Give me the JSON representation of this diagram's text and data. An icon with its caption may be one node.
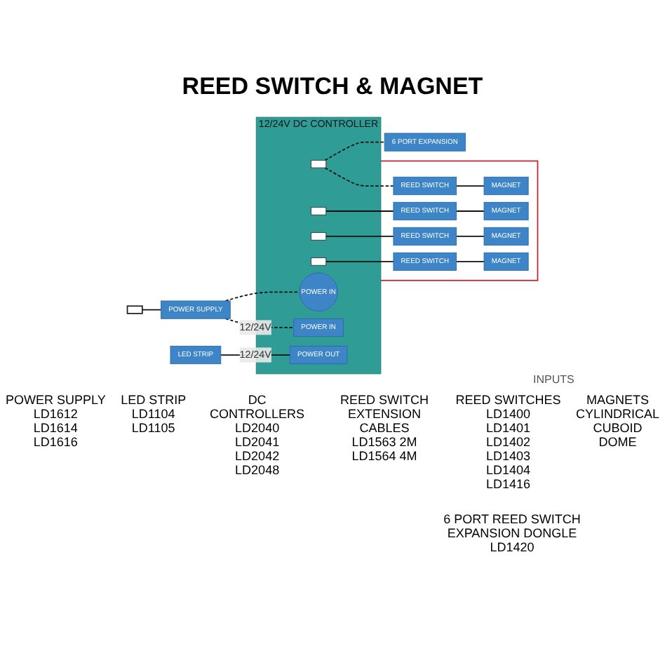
{
  "diagram": {
    "title": "REED SWITCH & MAGNET",
    "nodes": [
      {
        "text": [],
        "shape": "box"
      },
      {
        "text": [
          "POWER SUPPLY"
        ]
      },
      {
        "text": [
          "12/24V DC CONTROLLER"
        ]
      },
      {
        "text": [
          "POWER IN"
        ],
        "in": 2
      },
      {
        "text": [
          "POWER IN"
        ],
        "in": 2
      },
      {
        "text": [
          "POWER OUT"
        ],
        "in": 2
      },
      {
        "text": [],
        "shape": "box",
        "in": 2
      },
      {
        "text": [],
        "shape": "box",
        "in": 2
      },
      {
        "text": [],
        "shape": "box",
        "in": 2
      },
      {
        "text": [],
        "shape": "box",
        "in": 2
      },
      {
        "text": [
          "LED STRIP"
        ]
      },
      {
        "text": [
          "6 PORT EXPANSION"
        ]
      },
      {
        "text": [],
        "shape": "box"
      },
      {
        "text": [
          "REED SWITCH"
        ],
        "in": 12
      },
      {
        "text": [
          "REED SWITCH"
        ],
        "in": 12
      },
      {
        "text": [
          "REED SWITCH"
        ],
        "in": 12
      },
      {
        "text": [
          "REED SWITCH"
        ],
        "in": 12
      },
      {
        "text": [
          "MAGNET"
        ],
        "in": 12
      },
      {
        "text": [
          "MAGNET"
        ],
        "in": 12
      },
      {
        "text": [
          "MAGNET"
        ],
        "in": 12
      },
      {
        "text": [
          "MAGNET"
        ],
        "in": 12
      }
    ],
    "edges": [
      {
        "from": 0,
        "to": 1,
        "arrow": "none"
      },
      {
        "from": 1,
        "to": 3,
        "arrow": "none",
        "style": "dashed"
      },
      {
        "from": 1,
        "to": 4,
        "arrow": "none",
        "style": "dashed",
        "label": "12/24V"
      },
      {
        "from": 10,
        "to": 5,
        "arrow": "none",
        "label": "12/24V"
      },
      {
        "from": 6,
        "to": 11,
        "arrow": "none",
        "style": "dashed"
      },
      {
        "from": 6,
        "to": 13,
        "arrow": "none",
        "style": "dashed"
      },
      {
        "from": 7,
        "to": 14,
        "arrow": "none"
      },
      {
        "from": 8,
        "to": 15,
        "arrow": "none"
      },
      {
        "from": 9,
        "to": 16,
        "arrow": "none"
      },
      {
        "from": 13,
        "to": 17,
        "arrow": "none"
      },
      {
        "from": 14,
        "to": 18,
        "arrow": "none"
      },
      {
        "from": 15,
        "to": 19,
        "arrow": "none"
      },
      {
        "from": 16,
        "to": 20,
        "arrow": "none"
      }
    ],
    "labels": [
      "INPUTS",
      "POWER SUPPLY",
      "LD1612",
      "LD1614",
      "LD1616",
      "LED STRIP",
      "LD1104",
      "LD1105",
      "DC CONTROLLERS",
      "LD2040",
      "LD2041",
      "LD2042",
      "LD2048",
      "REED SWITCH EXTENSION CABLES",
      "LD1563 2M",
      "LD1564 4M",
      "REED SWITCHES",
      "LD1400",
      "LD1401",
      "LD1402",
      "LD1403",
      "LD1404",
      "LD1416",
      "MAGNETS",
      "CYLINDRICAL",
      "CUBOID",
      "DOME",
      "6 PORT REED SWITCH EXPANSION DONGLE",
      "LD1420"
    ]
  }
}
